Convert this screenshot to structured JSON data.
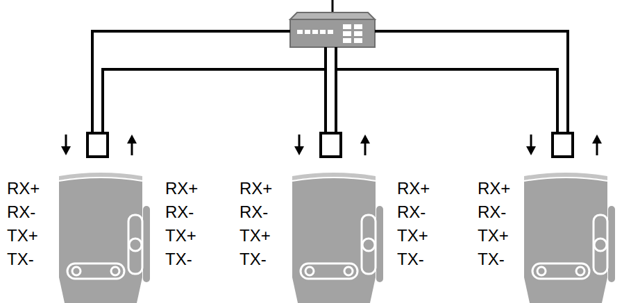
{
  "diagram": {
    "nodes": [
      {
        "text": []
      },
      {
        "text": [
          "RX+ RX- TX+ TX-",
          "RX+ RX- TX+ TX-"
        ]
      },
      {
        "text": [
          "RX+ RX- TX+ TX-",
          "RX+ RX- TX+ TX-"
        ]
      },
      {
        "text": [
          "RX+ RX- TX+ TX-"
        ]
      }
    ],
    "edges": [
      {
        "from": 0,
        "to": 1,
        "arrow": "none"
      },
      {
        "from": 1,
        "to": 2,
        "arrow": "none"
      },
      {
        "from": 0,
        "to": 2,
        "arrow": "none"
      },
      {
        "from": 2,
        "to": 3,
        "arrow": "none"
      },
      {
        "from": 3,
        "to": 0,
        "arrow": "none"
      }
    ]
  }
}
